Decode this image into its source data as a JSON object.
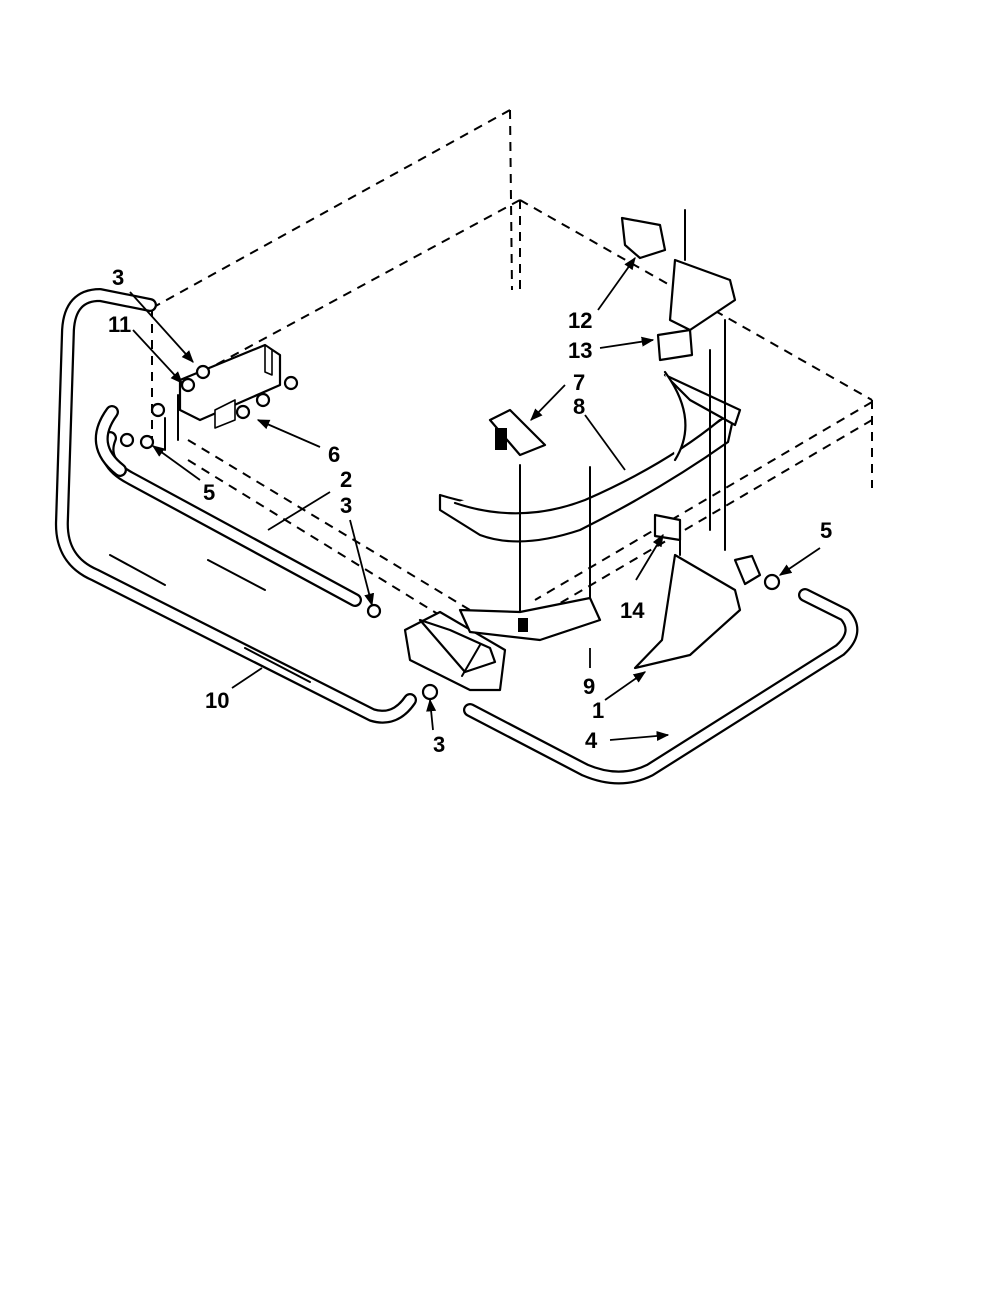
{
  "diagram": {
    "callouts": {
      "c1": "1",
      "c2": "2",
      "c3a": "3",
      "c3b": "3",
      "c3c": "3",
      "c4": "4",
      "c5a": "5",
      "c5b": "5",
      "c6": "6",
      "c7": "7",
      "c8": "8",
      "c9a": "9",
      "c10": "10",
      "c11": "11",
      "c12": "12",
      "c13": "13",
      "c14": "14"
    }
  }
}
